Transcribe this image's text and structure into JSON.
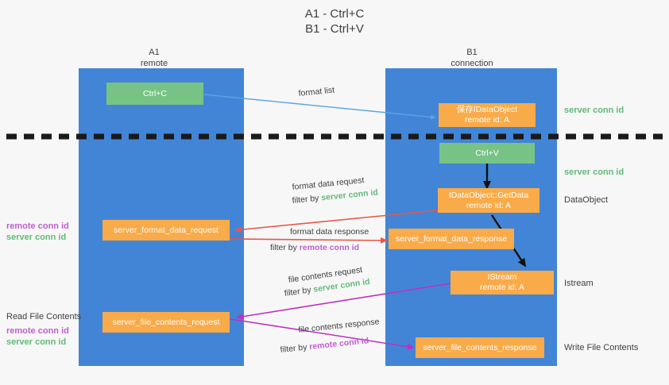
{
  "title": {
    "line1": "A1 - Ctrl+C",
    "line2": "B1 - Ctrl+V"
  },
  "colors": {
    "lane": "#4285d6",
    "green_node": "#77c386",
    "orange_node": "#f9ab49",
    "server_conn_id": "#63b97a",
    "remote_conn_id": "#c05fd0",
    "red_arrow": "#e8564a",
    "magenta_arrow": "#c02fc0",
    "blue_arrow": "#57a4e0",
    "black_arrow": "#111111",
    "divider": "#1a1a1a"
  },
  "columns": [
    {
      "name": "A1",
      "sub": "remote"
    },
    {
      "name": "B1",
      "sub": "connection"
    }
  ],
  "nodes": {
    "ctrl_c": {
      "label": "Ctrl+C",
      "kind": "green"
    },
    "save_idataobject": {
      "line1": "保存IDataObject",
      "line2": "remote id: A",
      "kind": "orange"
    },
    "ctrl_v": {
      "label": "Ctrl+V",
      "kind": "green"
    },
    "getdata": {
      "line1": "IDataObject::GetData",
      "line2": "remote id: A",
      "kind": "orange"
    },
    "format_data_request": {
      "label": "server_format_data_request",
      "kind": "orange"
    },
    "format_data_response": {
      "label": "server_format_data_response",
      "kind": "orange"
    },
    "istream": {
      "line1": "IStream",
      "line2": "remote id: A",
      "kind": "orange"
    },
    "file_contents_request": {
      "label": "server_file_contents_request",
      "kind": "orange"
    },
    "file_contents_response": {
      "label": "server_file_contents_response",
      "kind": "orange"
    }
  },
  "side_captions": {
    "server_conn_id_1": "server conn id",
    "server_conn_id_2": "server conn id",
    "dataobject": "DataObject",
    "istream": "Istream",
    "write_file_contents": "Write File Contents",
    "read_file_contents": "Read File Contents",
    "left_pair_1": {
      "remote": "remote conn id",
      "server": "server conn id"
    },
    "left_pair_2": {
      "remote": "remote conn id",
      "server": "server conn id"
    }
  },
  "edge_labels": {
    "format_list": "format list",
    "format_data_request": "format data request",
    "format_data_request_filter_prefix": "filter by ",
    "format_data_request_filter_value": "server conn id",
    "format_data_response": "format data response",
    "format_data_response_filter_prefix": "filter by ",
    "format_data_response_filter_value": "remote conn id",
    "file_contents_request": "file contents request",
    "file_contents_request_filter_prefix": "filter by ",
    "file_contents_request_filter_value": "server conn id",
    "file_contents_response": "file contents response",
    "file_contents_response_filter_prefix": "filter by ",
    "file_contents_response_filter_value": "remote conn id"
  }
}
